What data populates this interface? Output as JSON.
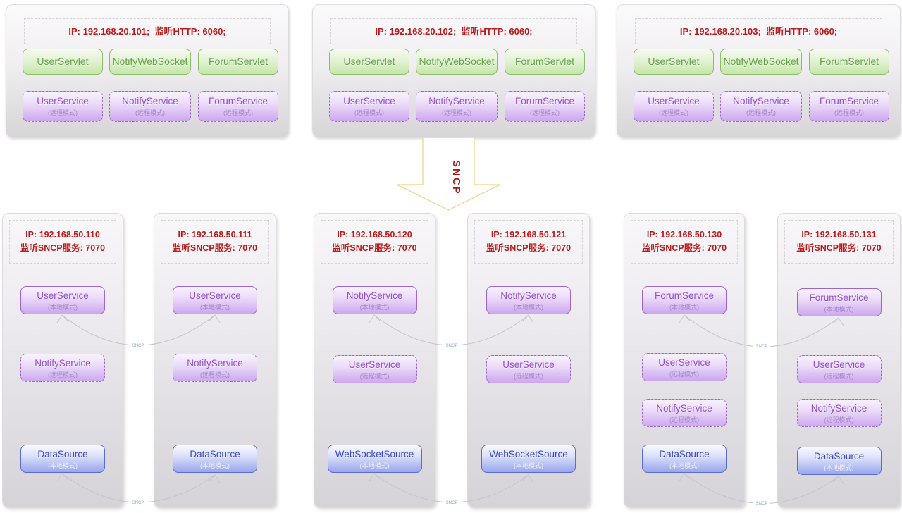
{
  "top_servers": [
    {
      "header": "IP: 192.168.20.101;  监听HTTP: 6060;",
      "servlets": [
        "UserServlet",
        "NotifyWebSocket",
        "ForumServlet"
      ],
      "services": [
        {
          "name": "UserService",
          "mode": "(远程模式)"
        },
        {
          "name": "NotifyService",
          "mode": "(远程模式)"
        },
        {
          "name": "ForumService",
          "mode": "(远程模式)"
        }
      ]
    },
    {
      "header": "IP: 192.168.20.102;  监听HTTP: 6060;",
      "servlets": [
        "UserServlet",
        "NotifyWebSocket",
        "ForumServlet"
      ],
      "services": [
        {
          "name": "UserService",
          "mode": "(远程模式)"
        },
        {
          "name": "NotifyService",
          "mode": "(远程模式)"
        },
        {
          "name": "ForumService",
          "mode": "(远程模式)"
        }
      ]
    },
    {
      "header": "IP: 192.168.20.103;  监听HTTP: 6060;",
      "servlets": [
        "UserServlet",
        "NotifyWebSocket",
        "ForumServlet"
      ],
      "services": [
        {
          "name": "UserService",
          "mode": "(远程模式)"
        },
        {
          "name": "NotifyService",
          "mode": "(远程模式)"
        },
        {
          "name": "ForumService",
          "mode": "(远程模式)"
        }
      ]
    }
  ],
  "sncp_arrow": {
    "label": "SNCP"
  },
  "connectors": {
    "label": "SNCP"
  },
  "bottom_nodes": [
    {
      "header_line1": "IP: 192.168.50.110",
      "header_line2": "监听SNCP服务: 7070",
      "services": [
        {
          "name": "UserService",
          "mode": "(本地模式)"
        },
        {
          "name": "NotifyService",
          "mode": "(远程模式)"
        },
        {
          "name": "DataSource",
          "mode": "(本地模式)"
        }
      ]
    },
    {
      "header_line1": "IP: 192.168.50.111",
      "header_line2": "监听SNCP服务: 7070",
      "services": [
        {
          "name": "UserService",
          "mode": "(本地模式)"
        },
        {
          "name": "NotifyService",
          "mode": "(远程模式)"
        },
        {
          "name": "DataSource",
          "mode": "(本地模式)"
        }
      ]
    },
    {
      "header_line1": "IP: 192.168.50.120",
      "header_line2": "监听SNCP服务: 7070",
      "services": [
        {
          "name": "NotifyService",
          "mode": "(本地模式)"
        },
        {
          "name": "UserService",
          "mode": "(远程模式)"
        },
        {
          "name": "WebSocketSource",
          "mode": "(本地模式)"
        }
      ]
    },
    {
      "header_line1": "IP: 192.168.50.121",
      "header_line2": "监听SNCP服务: 7070",
      "services": [
        {
          "name": "NotifyService",
          "mode": "(本地模式)"
        },
        {
          "name": "UserService",
          "mode": "(远程模式)"
        },
        {
          "name": "WebSocketSource",
          "mode": "(本地模式)"
        }
      ]
    },
    {
      "header_line1": "IP: 192.168.50.130",
      "header_line2": "监听SNCP服务: 7070",
      "services": [
        {
          "name": "ForumService",
          "mode": "(本地模式)"
        },
        {
          "name": "UserService",
          "mode": "(远程模式)"
        },
        {
          "name": "NotifyService",
          "mode": "(远程模式)"
        },
        {
          "name": "DataSource",
          "mode": "(本地模式)"
        }
      ]
    },
    {
      "header_line1": "IP: 192.168.50.131",
      "header_line2": "监听SNCP服务: 7070",
      "services": [
        {
          "name": "ForumService",
          "mode": "(本地模式)"
        },
        {
          "name": "UserService",
          "mode": "(远程模式)"
        },
        {
          "name": "NotifyService",
          "mode": "(远程模式)"
        },
        {
          "name": "DataSource",
          "mode": "(本地模式)"
        }
      ]
    }
  ],
  "colors": {
    "accent_red": "#bb1b1b",
    "servlet_green": "#61a344",
    "service_purple": "#8f4fd0",
    "source_blue": "#3945c8",
    "arrow_gold": "#f0cf7f",
    "connector_gray": "#c5c4ca"
  }
}
